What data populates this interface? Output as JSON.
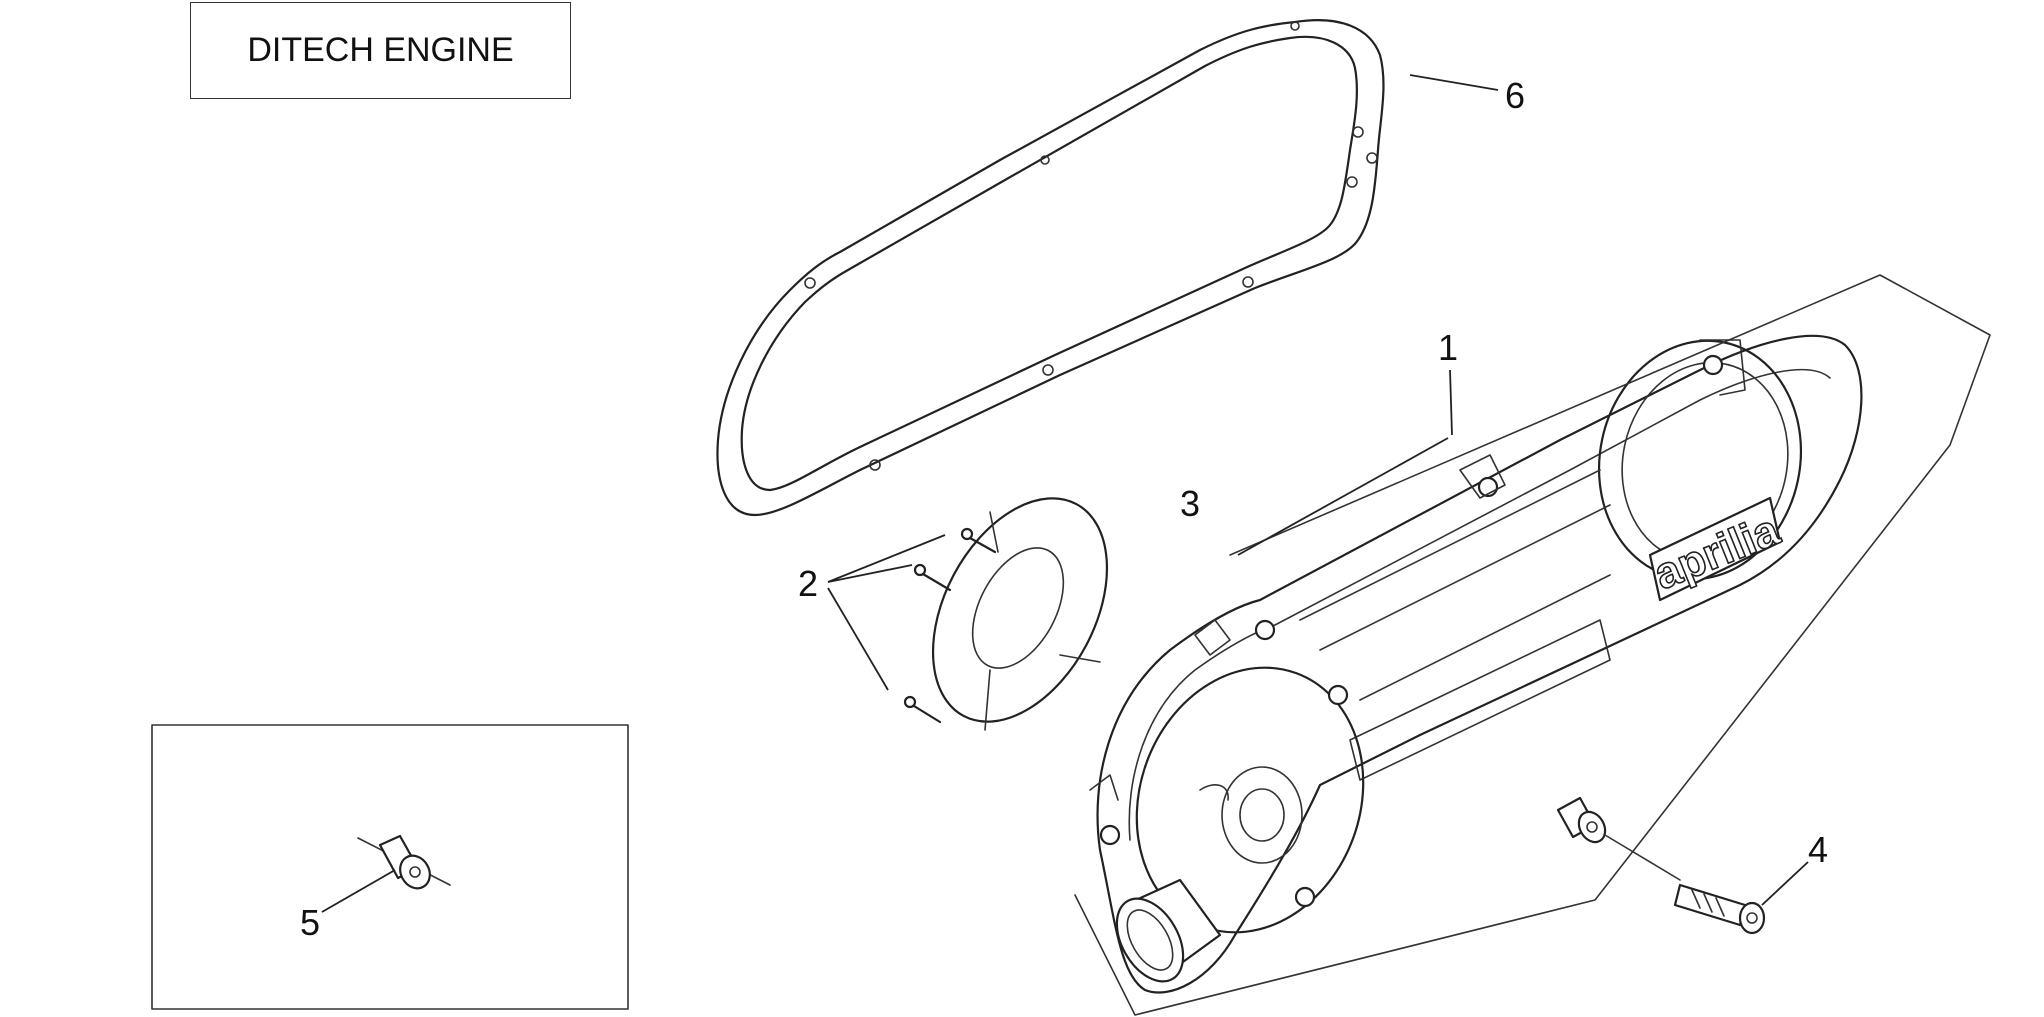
{
  "header": {
    "label": "DITECH ENGINE"
  },
  "callouts": {
    "p1": "1",
    "p2": "2",
    "p3": "3",
    "p4": "4",
    "p5": "5",
    "p6": "6"
  },
  "logo": {
    "text": "aprilia"
  },
  "colors": {
    "line": "#222222",
    "background": "#ffffff"
  }
}
